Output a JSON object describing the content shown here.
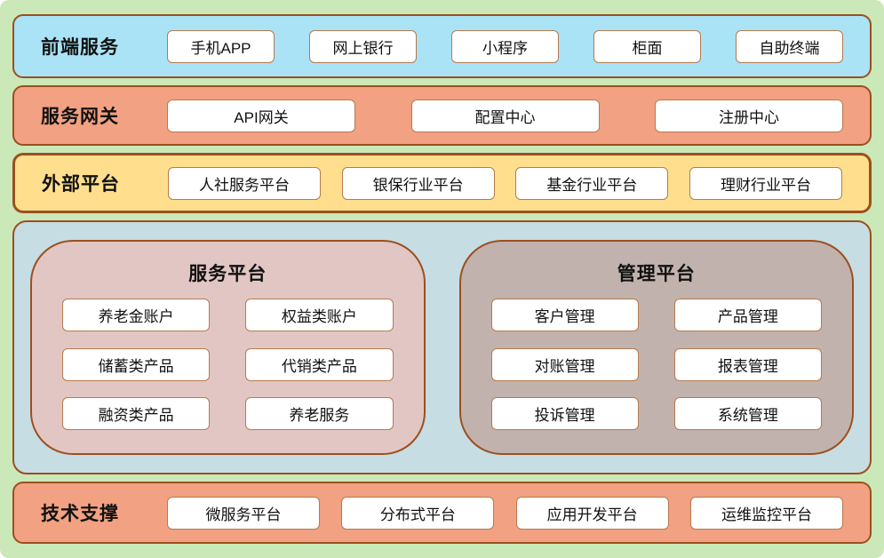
{
  "diagram": {
    "layers": {
      "frontend": {
        "label": "前端服务",
        "items": [
          "手机APP",
          "网上银行",
          "小程序",
          "柜面",
          "自助终端"
        ]
      },
      "gateway": {
        "label": "服务网关",
        "items": [
          "API网关",
          "配置中心",
          "注册中心"
        ]
      },
      "external": {
        "label": "外部平台",
        "items": [
          "人社服务平台",
          "银保行业平台",
          "基金行业平台",
          "理财行业平台"
        ]
      },
      "support": {
        "label": "技术支撑",
        "items": [
          "微服务平台",
          "分布式平台",
          "应用开发平台",
          "运维监控平台"
        ]
      }
    },
    "platforms": {
      "service": {
        "title": "服务平台",
        "items": [
          "养老金账户",
          "权益类账户",
          "储蓄类产品",
          "代销类产品",
          "融资类产品",
          "养老服务"
        ]
      },
      "management": {
        "title": "管理平台",
        "items": [
          "客户管理",
          "产品管理",
          "对账管理",
          "报表管理",
          "投诉管理",
          "系统管理"
        ]
      }
    },
    "colors": {
      "page_bg": "#cbe8b8",
      "frontend_bg": "#aae2f6",
      "gateway_bg": "#f2a182",
      "external_bg": "#ffdf8d",
      "middle_bg": "#c6dde3",
      "service_bg": "#e2c6c3",
      "management_bg": "#c2b2ad",
      "support_bg": "#f2a182",
      "border": "#9c4f1f",
      "box_border": "#b57b4e"
    }
  }
}
